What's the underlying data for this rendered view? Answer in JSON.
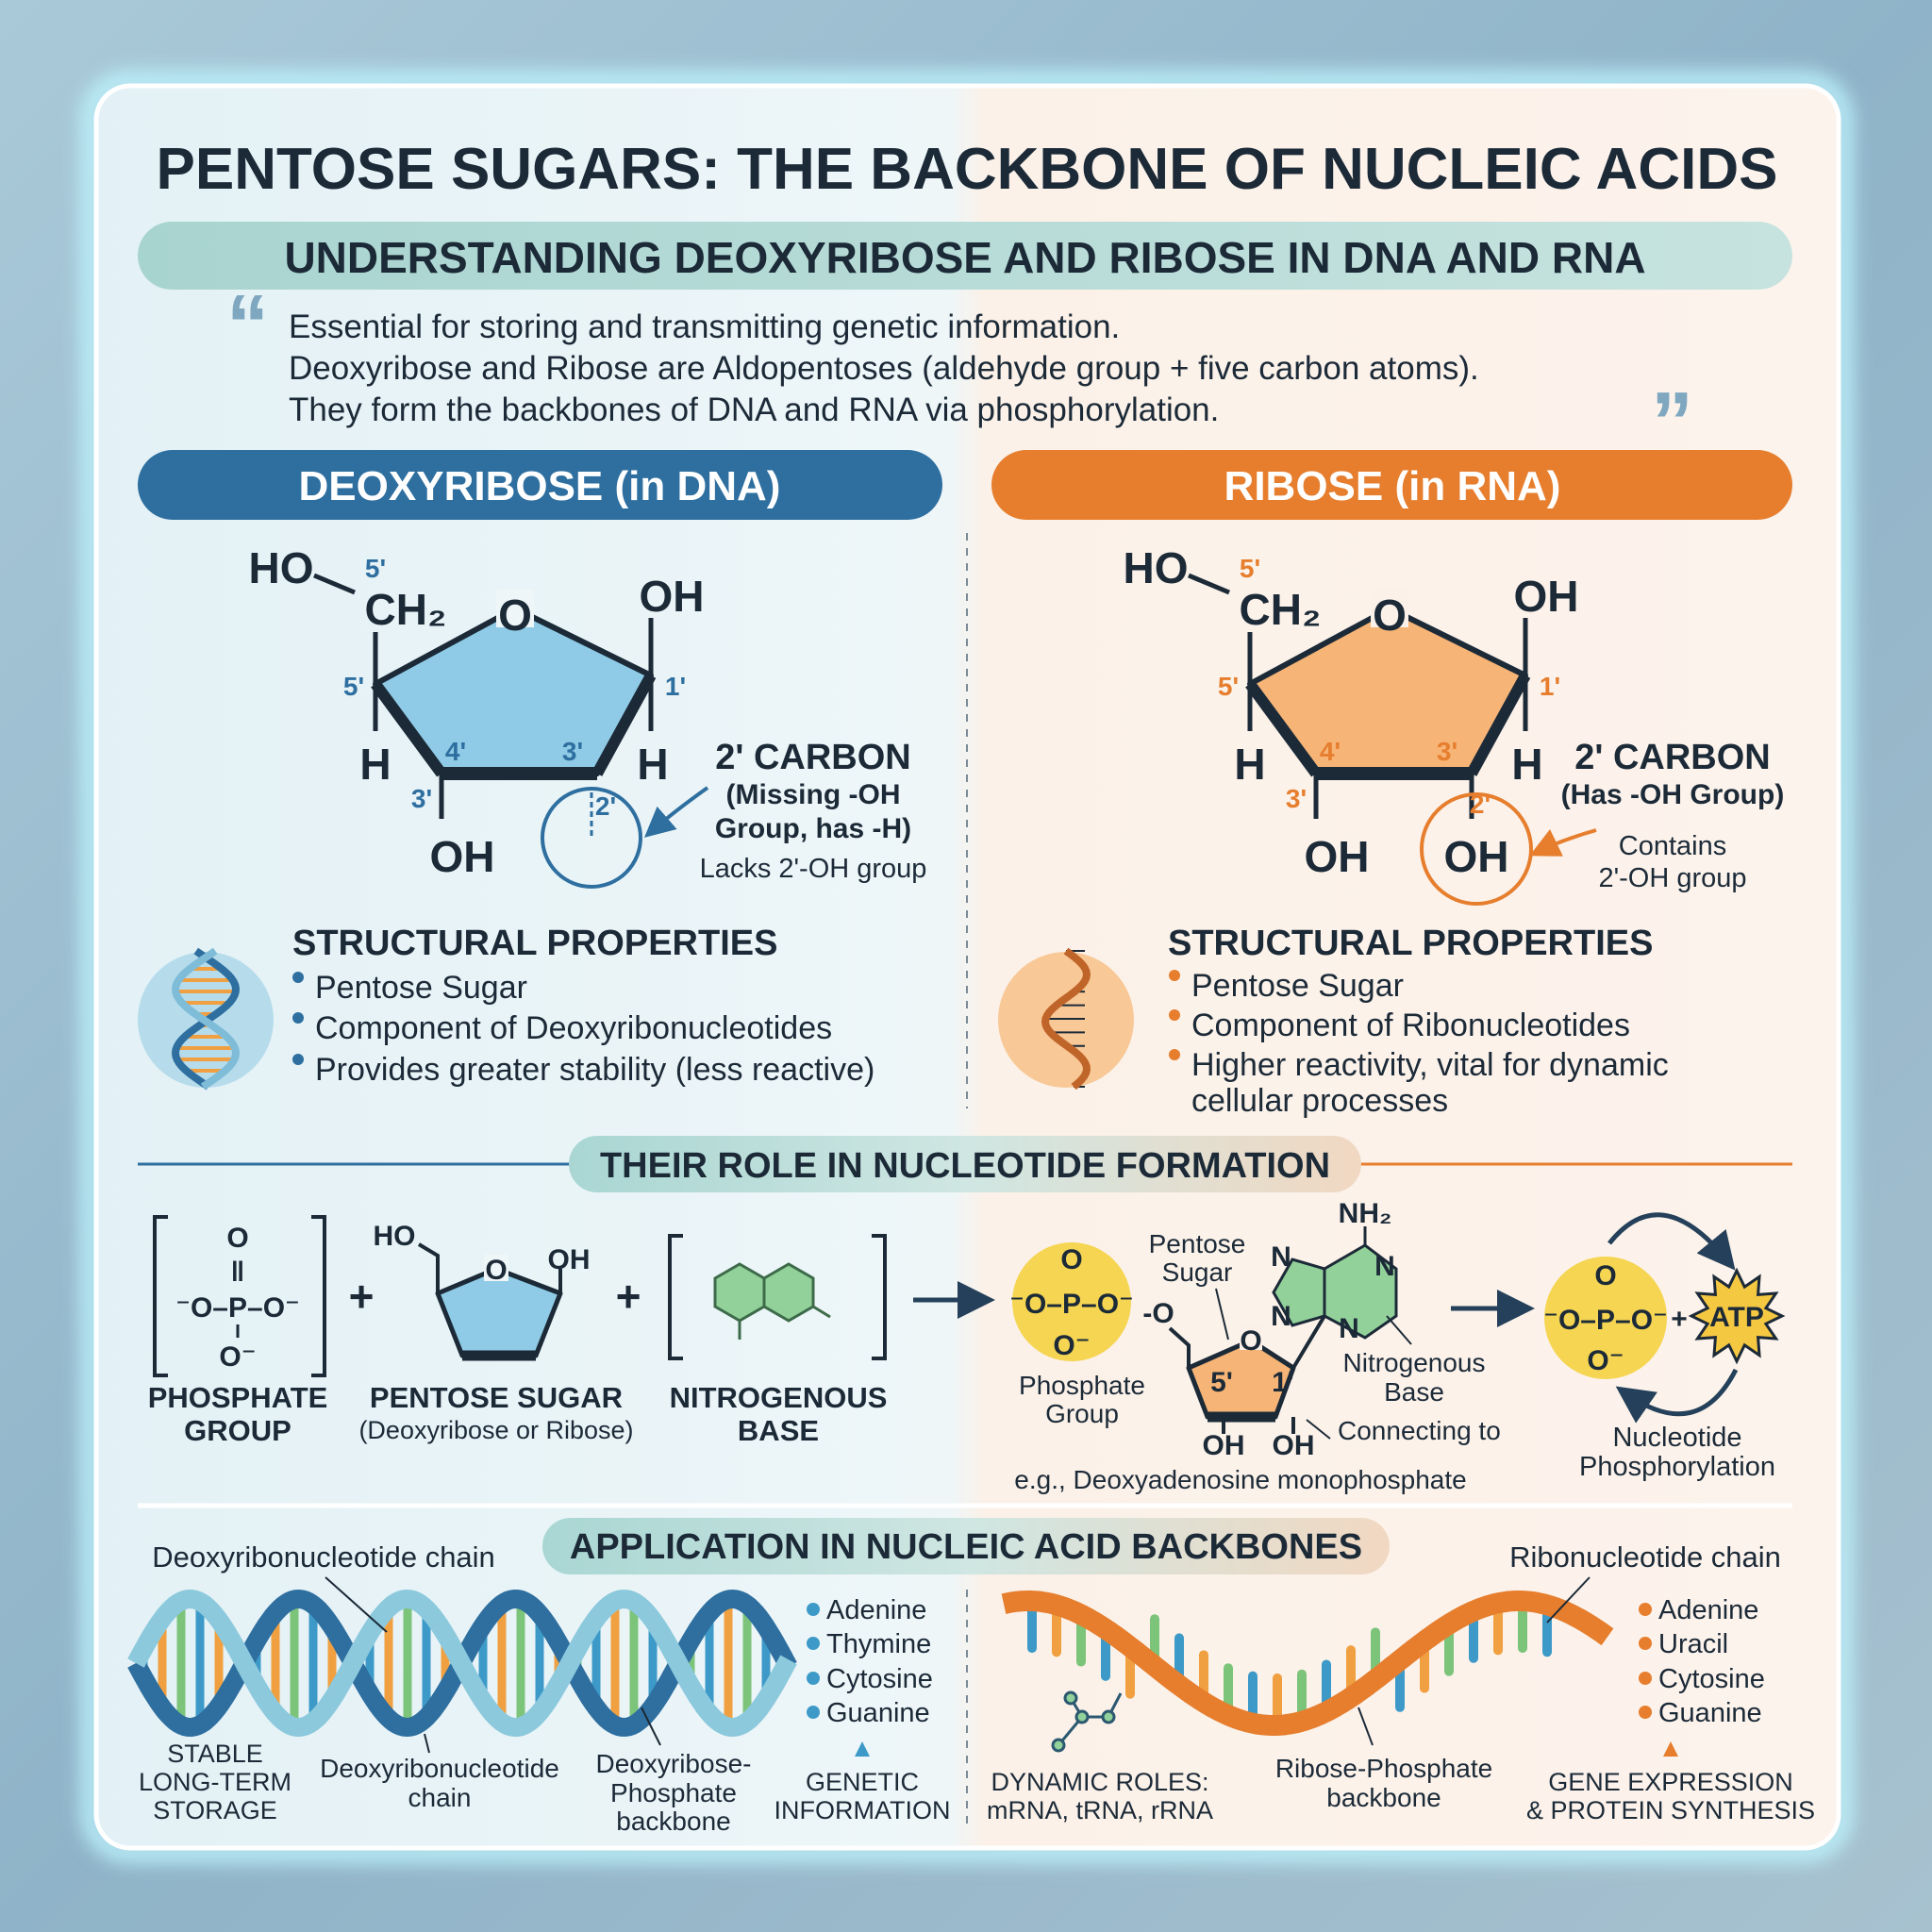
{
  "title": "PENTOSE SUGARS: THE BACKBONE OF NUCLEIC ACIDS",
  "subtitle": "UNDERSTANDING DEOXYRIBOSE AND RIBOSE IN DNA AND RNA",
  "quote": {
    "open_icon": "open-quote-icon",
    "close_icon": "close-quote-icon",
    "lines": [
      "Essential for storing and transmitting genetic information.",
      "Deoxyribose and Ribose are Aldopentoses (aldehyde group + five carbon atoms).",
      "They form the backbones of DNA and RNA via phosphorylation."
    ]
  },
  "colors": {
    "dna_blue": "#2e6fa0",
    "rna_orange": "#e67e2e",
    "sugar_blue": "#8fcbe6",
    "sugar_orange": "#f6b476",
    "phosphate_yellow": "#f5d552",
    "base_green": "#93d19a"
  },
  "deoxyribose": {
    "header": "DEOXYRIBOSE (in DNA)",
    "atoms": {
      "ho": "HO",
      "ch2": "CH₂",
      "o": "O",
      "oh1": "OH",
      "h4": "H",
      "h2": "H",
      "oh3": "OH",
      "p5a": "5'",
      "p5b": "5'",
      "p1": "1'",
      "p4": "4'",
      "p3": "3'",
      "p3b": "3'",
      "p2": "2'"
    },
    "carbon_title": "2' CARBON",
    "carbon_line1": "(Missing -OH",
    "carbon_line2": "Group, has -H)",
    "carbon_note": "Lacks 2'-OH group",
    "props_title": "STRUCTURAL PROPERTIES",
    "props": [
      "Pentose Sugar",
      "Component of Deoxyribonucleotides",
      "Provides greater stability (less reactive)"
    ],
    "icon": "dna-double-helix-icon"
  },
  "ribose": {
    "header": "RIBOSE (in RNA)",
    "atoms": {
      "ho": "HO",
      "ch2": "CH₂",
      "o": "O",
      "oh1": "OH",
      "h4": "H",
      "h2": "H",
      "oh3": "OH",
      "oh2": "OH",
      "p5a": "5'",
      "p5b": "5'",
      "p1": "1'",
      "p4": "4'",
      "p3": "3'",
      "p3b": "3'",
      "p2": "2'"
    },
    "carbon_title": "2' CARBON",
    "carbon_line1": "(Has -OH Group)",
    "carbon_note1": "Contains",
    "carbon_note2": "2'-OH group",
    "props_title": "STRUCTURAL PROPERTIES",
    "props": [
      "Pentose Sugar",
      "Component of Ribonucleotides",
      "Higher reactivity, vital for dynamic",
      "cellular processes"
    ],
    "icon": "rna-single-strand-icon"
  },
  "formation": {
    "title": "THEIR ROLE IN NUCLEOTIDE FORMATION",
    "phosphate": {
      "top": "O",
      "dbl": "‖",
      "mid": "⁻O–P–O⁻",
      "bot": "O⁻",
      "label1": "PHOSPHATE",
      "label2": "GROUP"
    },
    "plus": "+",
    "sugar": {
      "ho": "HO",
      "o": "O",
      "oh": "OH",
      "label1": "PENTOSE SUGAR",
      "label2": "(Deoxyribose or Ribose)"
    },
    "base": {
      "label1": "NITROGENOUS",
      "label2": "BASE"
    },
    "example": {
      "phosphate_mid": "⁻O–P–O⁻",
      "phosphate_top": "O",
      "phosphate_bot": "O⁻",
      "link_o": "-O",
      "phosphate_label1": "Phosphate",
      "phosphate_label2": "Group",
      "sugar_label1": "Pentose",
      "sugar_label2": "Sugar",
      "ring_o": "O",
      "p5": "5'",
      "p1": "1'",
      "oh_a": "OH",
      "oh_b": "OH",
      "nh2": "NH₂",
      "n": "N",
      "base_label1": "Nitrogenous",
      "base_label2": "Base",
      "connecting": "Connecting to",
      "caption": "e.g., Deoxyadenosine monophosphate"
    },
    "phosphorylation": {
      "mid": "⁻O–P–O⁻",
      "top": "O",
      "bot": "O⁻",
      "plus": "+",
      "atp": "ATP",
      "label1": "Nucleotide",
      "label2": "Phosphorylation"
    }
  },
  "application": {
    "title": "APPLICATION IN NUCLEIC ACID BACKBONES",
    "dna": {
      "chain_label": "Deoxyribonucleotide chain",
      "bases": [
        "Adenine",
        "Thymine",
        "Cytosine",
        "Guanine"
      ],
      "storage": [
        "STABLE",
        "LONG-TERM",
        "STORAGE"
      ],
      "chain2": [
        "Deoxyribonucleotide",
        "chain"
      ],
      "backbone": [
        "Deoxyribose-",
        "Phosphate",
        "backbone"
      ],
      "info": [
        "GENETIC",
        "INFORMATION"
      ]
    },
    "rna": {
      "chain_label": "Ribonucleotide chain",
      "bases": [
        "Adenine",
        "Uracil",
        "Cytosine",
        "Guanine"
      ],
      "roles": [
        "DYNAMIC ROLES:",
        "mRNA, tRNA, rRNA"
      ],
      "backbone": [
        "Ribose-Phosphate",
        "backbone"
      ],
      "expression": [
        "GENE EXPRESSION",
        "& PROTEIN SYNTHESIS"
      ]
    }
  }
}
